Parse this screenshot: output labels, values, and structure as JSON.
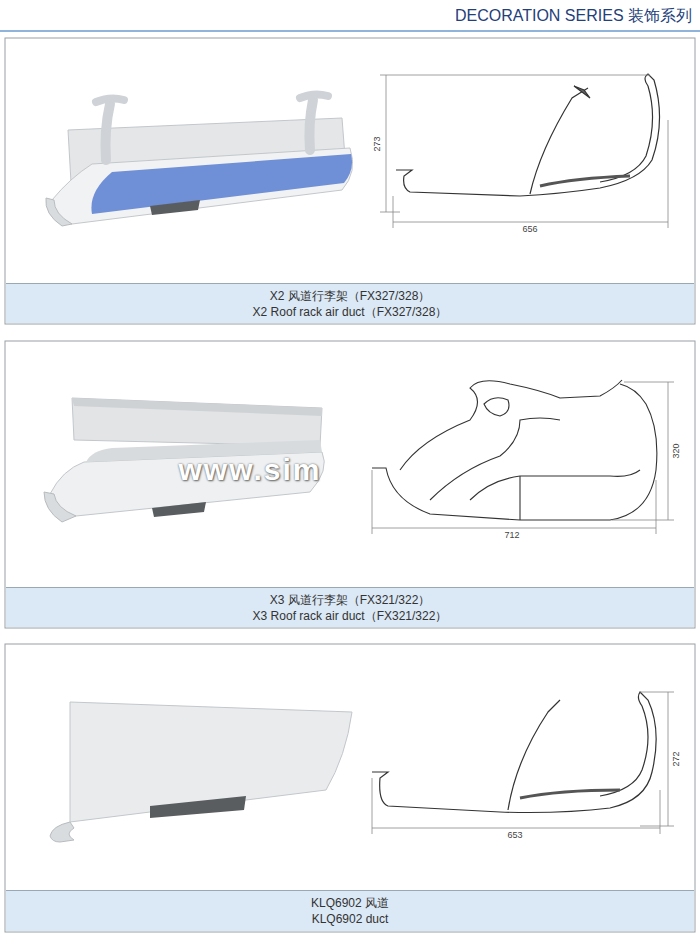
{
  "diagram": {
    "title": "DECORATION SERIES 装饰系列",
    "nodes": [
      {
        "text": [
          "X2 风道行李架（FX327/328）",
          "X2 Roof rack air duct（FX327/328）"
        ]
      },
      {
        "text": [
          "X3 风道行李架（FX321/322）",
          "X3 Roof rack air duct（FX321/322）"
        ]
      },
      {
        "text": [
          "KLQ6902 风道",
          "KLQ6902 duct"
        ]
      }
    ],
    "labels": [
      "273",
      "656",
      "www.sim",
      "320",
      "712",
      "272",
      "653"
    ]
  }
}
